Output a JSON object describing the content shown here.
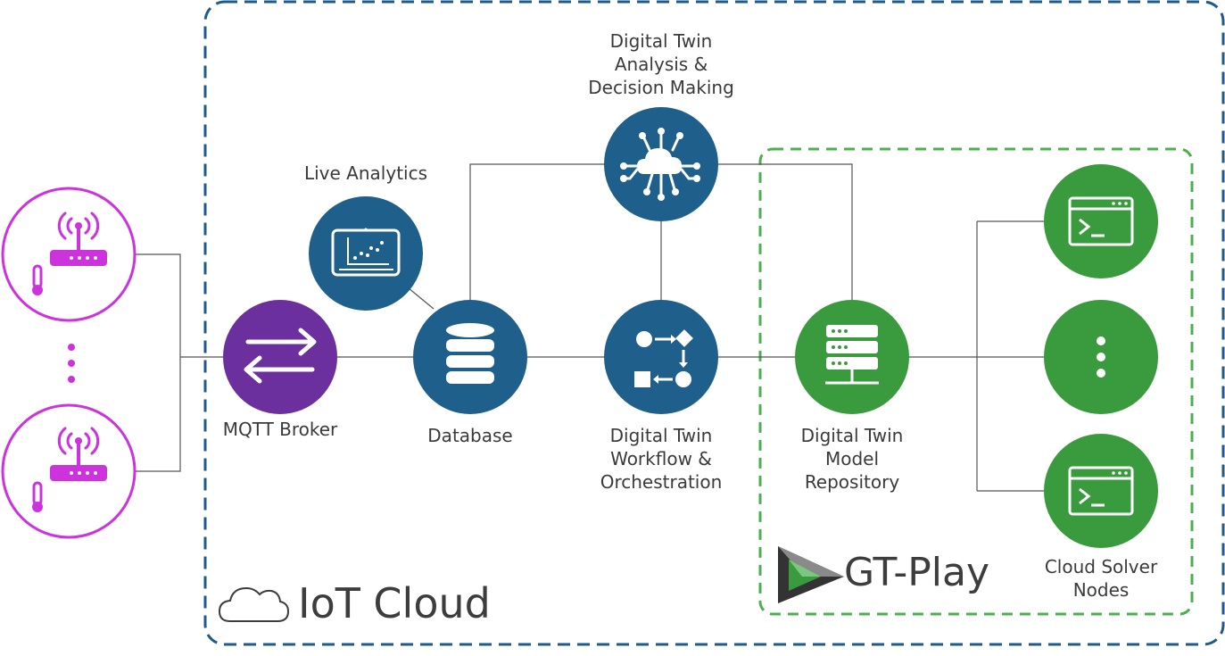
{
  "nodes": {
    "sensor_top": {
      "color": "#cc33dd"
    },
    "sensor_bottom": {
      "color": "#cc33dd"
    },
    "mqtt": {
      "label": "MQTT Broker",
      "color": "#6b2f9e"
    },
    "live_analytics": {
      "label": "Live Analytics",
      "color": "#1f5f8b"
    },
    "database": {
      "label": "Database",
      "color": "#1f5f8b"
    },
    "analysis": {
      "label_lines": [
        "Digital Twin",
        "Analysis &",
        "Decision Making"
      ],
      "color": "#1f5f8b"
    },
    "workflow": {
      "label_lines": [
        "Digital Twin",
        "Workflow &",
        "Orchestration"
      ],
      "color": "#1f5f8b"
    },
    "repository": {
      "label_lines": [
        "Digital Twin",
        "Model",
        "Repository"
      ],
      "color": "#3a9b3e"
    },
    "solver_top": {
      "color": "#3a9b3e"
    },
    "solver_mid": {
      "color": "#3a9b3e"
    },
    "solver_bottom": {
      "color": "#3a9b3e"
    }
  },
  "solver_label_lines": [
    "Cloud Solver",
    "Nodes"
  ],
  "iot_cloud_label": "IoT Cloud",
  "gt_play_label": "GT-Play",
  "colors": {
    "cloud_border": "#1f5a8c",
    "gt_border": "#4caf50",
    "connector": "#555555"
  }
}
